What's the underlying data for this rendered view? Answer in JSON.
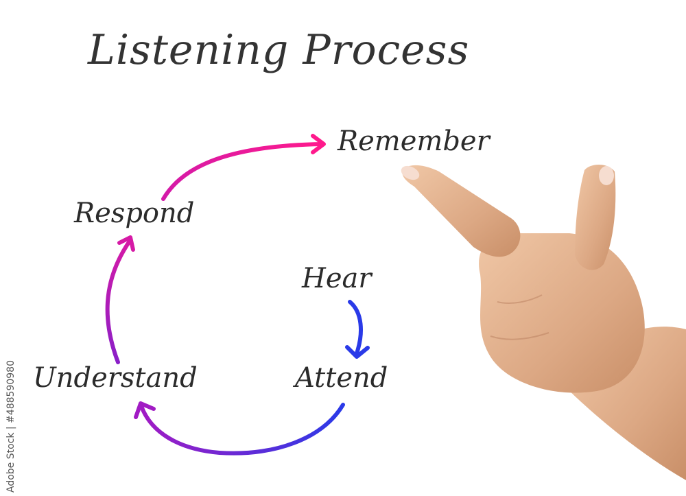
{
  "title": "Listening Process",
  "stages": {
    "remember": "Remember",
    "respond": "Respond",
    "hear": "Hear",
    "understand": "Understand",
    "attend": "Attend"
  },
  "stock_stamp": "Adobe Stock | #488590980",
  "colors": {
    "pink": "#ff1a8c",
    "magenta": "#c01ab0",
    "purple": "#8a1fc8",
    "blue": "#2a3ae8",
    "text": "#2b2b2b",
    "skin": "#e2b18f"
  }
}
